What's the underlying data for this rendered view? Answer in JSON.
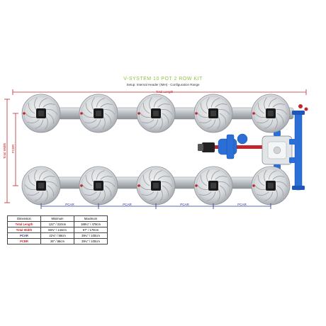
{
  "header": {
    "title": "V-SYSTEM 10 POT 2 ROW KIT",
    "setup": "Setup: Internal Header (IMH) - Configuration Range"
  },
  "labels": {
    "total_length": "Total Length",
    "total_width": "Total Width",
    "pcbr": "PCBR",
    "pcar": "PCAR"
  },
  "pots": {
    "per_row": 5,
    "rows": 2
  },
  "dimensions_table": {
    "headers": [
      "Dimension",
      "Minimum",
      "Maximum"
    ],
    "rows": [
      {
        "label": "Total Length",
        "min": "122\" / 310cm",
        "max": "188¼\" / 478cm",
        "color": "#c1272d"
      },
      {
        "label": "Total Width",
        "min": "56¾\" / 144cm",
        "max": "67\" / 170cm",
        "color": "#c1272d"
      },
      {
        "label": "PCAR",
        "min": "22¾\" / 58cm",
        "max": "39¼\" / 100cm",
        "color": "#2e3192"
      },
      {
        "label": "PCBR",
        "min": "26\" / 66cm",
        "max": "39¼\" / 100cm",
        "color": "#c1272d"
      }
    ]
  },
  "colors": {
    "title": "#8cc63f",
    "dimension_red": "#c1272d",
    "dimension_blue": "#2e3192",
    "pipe_blue": "#2b6fd6",
    "pot_grey": "#c9ccd0"
  }
}
